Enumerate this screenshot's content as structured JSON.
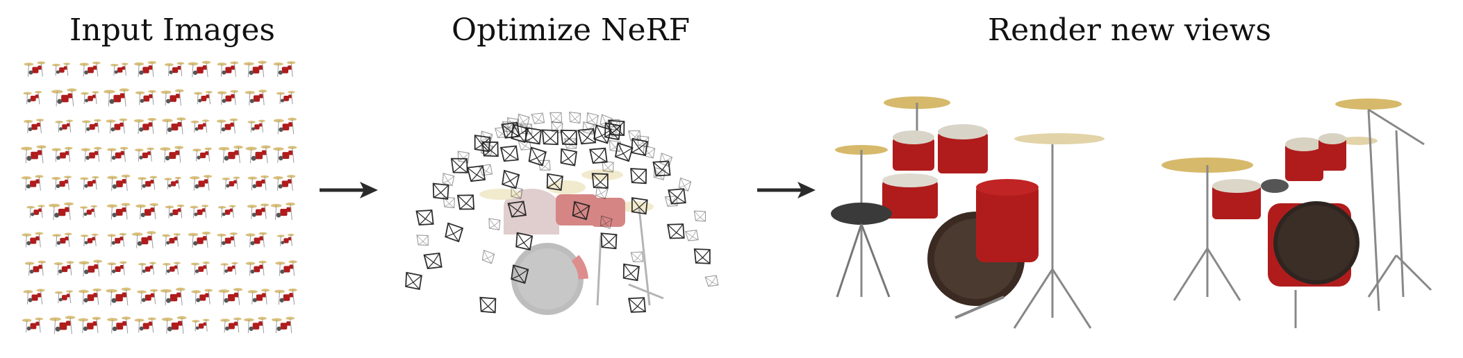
{
  "titles": {
    "input": "Input Images",
    "optimize": "Optimize NeRF",
    "render": "Render new views"
  },
  "grid": {
    "rows": 10,
    "cols": 10
  },
  "colors": {
    "drum_red": "#b01c1c",
    "cymbal_gold": "#d9c07a",
    "chrome": "#8a8a8a",
    "camera_stroke": "#222222"
  }
}
